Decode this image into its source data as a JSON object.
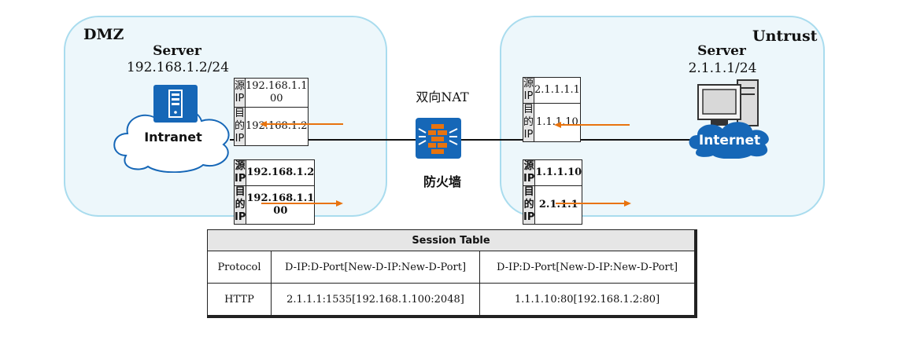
{
  "zones": {
    "dmz": {
      "title": "DMZ",
      "server_label": "Server",
      "server_ip": "192.168.1.2/24",
      "cloud_label": "Intranet",
      "table_in": {
        "src_key": "源IP",
        "src_val": "192.168.1.100",
        "dst_key": "目的IP",
        "dst_val": "192.168.1.2"
      },
      "table_out": {
        "src_key": "源IP",
        "src_val": "192.168.1.2",
        "dst_key": "目的IP",
        "dst_val": "192.168.1.100"
      }
    },
    "untrust": {
      "title": "Untrust",
      "server_label": "Server",
      "server_ip": "2.1.1.1/24",
      "cloud_label": "Internet",
      "table_in": {
        "src_key": "源IP",
        "src_val": "2.1.1.1.1",
        "dst_key": "目的IP",
        "dst_val": "1.1.1.10"
      },
      "table_out": {
        "src_key": "源IP",
        "src_val": "1.1.1.10",
        "dst_key": "目的IP",
        "dst_val": "2.1.1.1"
      }
    }
  },
  "firewall": {
    "nat_label": "双向NAT",
    "label": "防火墙"
  },
  "session_table": {
    "title": "Session Table",
    "header": [
      "Protocol",
      "D-IP:D-Port[New-D-IP:New-D-Port]",
      "D-IP:D-Port[New-D-IP:New-D-Port]"
    ],
    "rows": [
      [
        "HTTP",
        "2.1.1.1:1535[192.168.1.100:2048]",
        "1.1.1.10:80[192.168.1.2:80]"
      ]
    ]
  },
  "colors": {
    "zone_fill": "#edf7fb",
    "zone_border": "#a9dcee",
    "icon_blue": "#1667b7",
    "arrow": "#e8730e"
  }
}
